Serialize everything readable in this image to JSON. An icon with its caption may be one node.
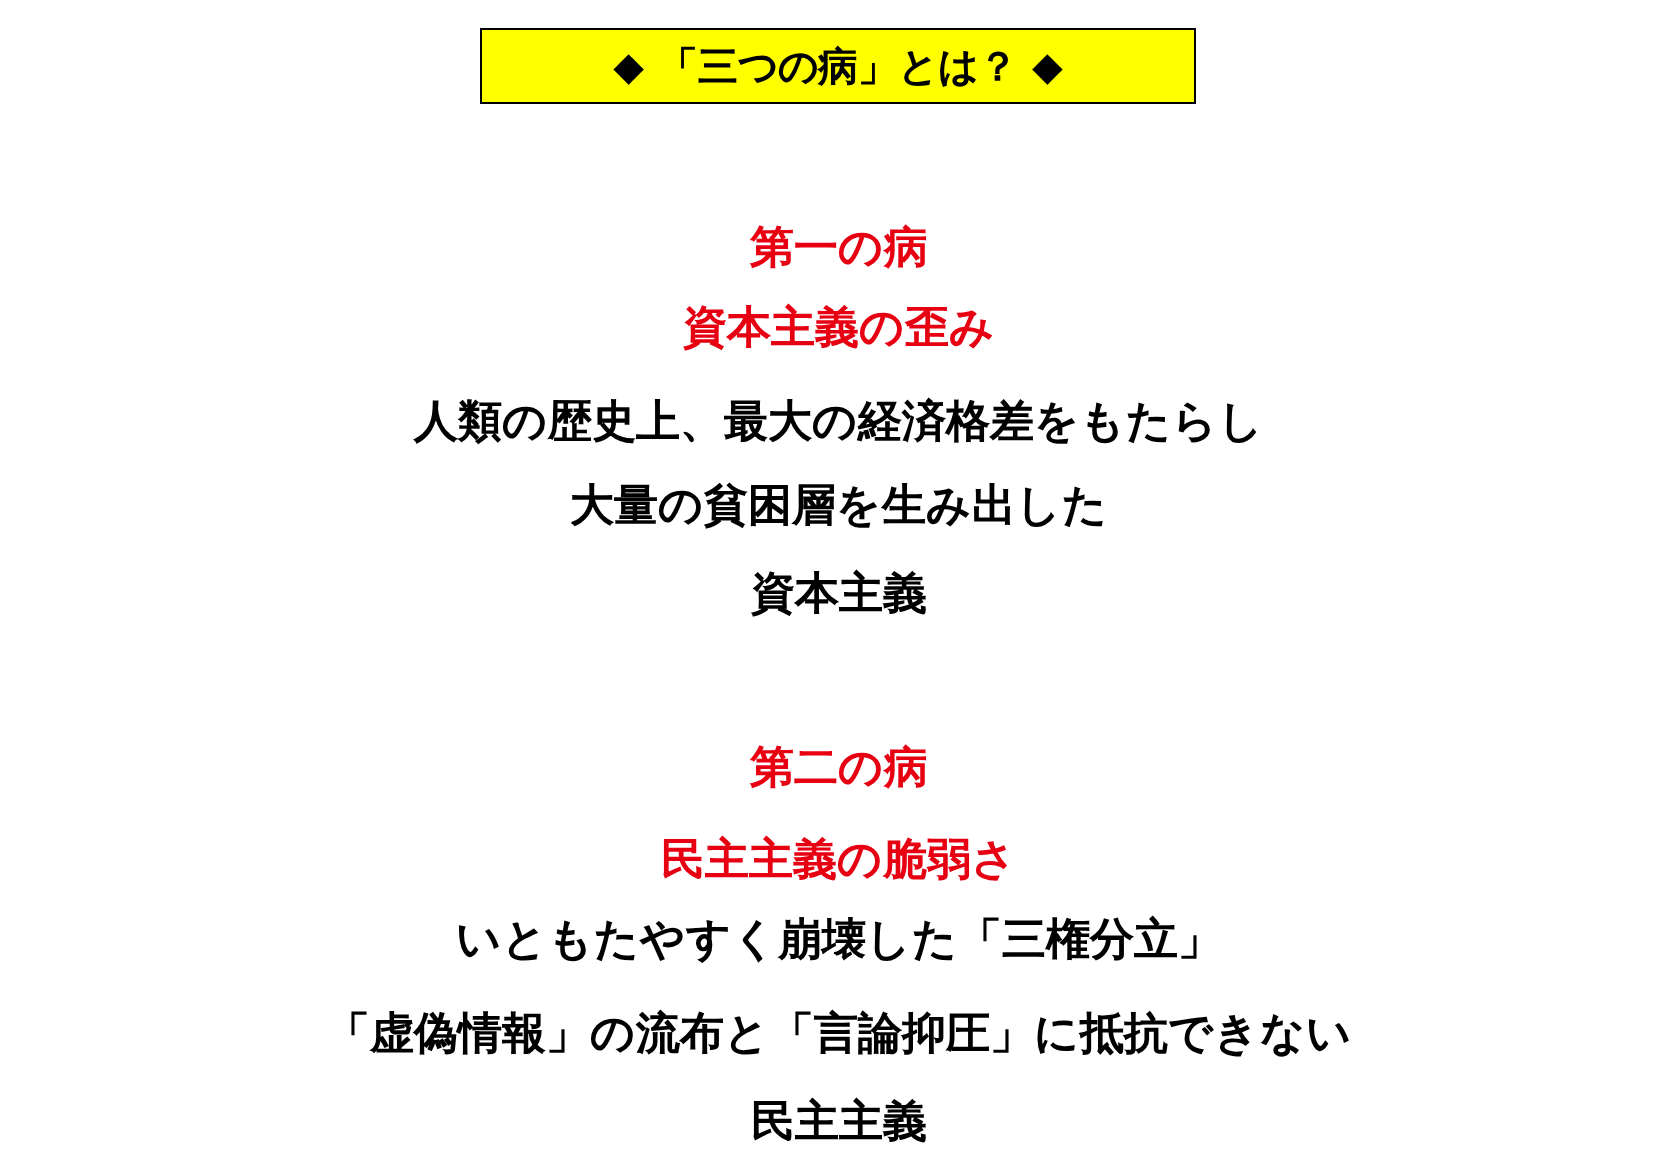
{
  "diagram": {
    "nodes": [
      {
        "text": [
          "◆ 「三つの病」とは？ ◆"
        ]
      }
    ],
    "labels": [
      "第一の病",
      "資本主義の歪み",
      "人類の歴史上、最大の経済格差をもたらし",
      "大量の貧困層を生み出した",
      "資本主義",
      "第二の病",
      "民主主義の脆弱さ",
      "いともたやすく崩壊した「三権分立」",
      "「虚偽情報」の流布と「言論抑圧」に抵抗できない",
      "民主主義"
    ]
  }
}
